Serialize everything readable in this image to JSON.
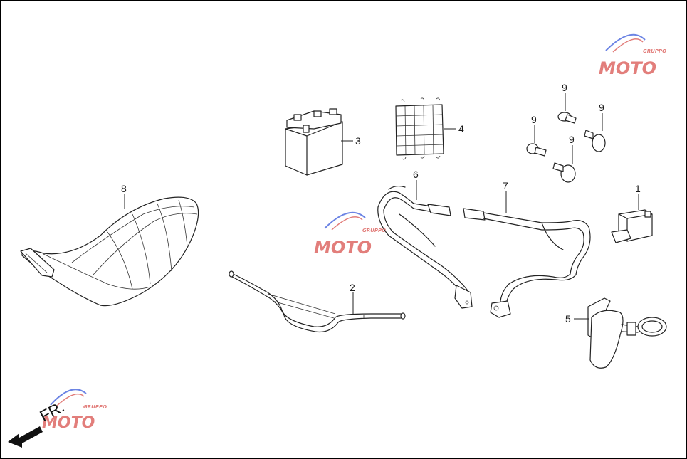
{
  "diagram": {
    "callouts": [
      {
        "id": "callout-1",
        "label": "1"
      },
      {
        "id": "callout-2",
        "label": "2"
      },
      {
        "id": "callout-3",
        "label": "3"
      },
      {
        "id": "callout-4",
        "label": "4"
      },
      {
        "id": "callout-5",
        "label": "5"
      },
      {
        "id": "callout-6",
        "label": "6"
      },
      {
        "id": "callout-7",
        "label": "7"
      },
      {
        "id": "callout-8",
        "label": "8"
      },
      {
        "id": "callout-9a",
        "label": "9"
      },
      {
        "id": "callout-9b",
        "label": "9"
      },
      {
        "id": "callout-9c",
        "label": "9"
      },
      {
        "id": "callout-9d",
        "label": "9"
      }
    ],
    "front_label": "FR.",
    "watermark": {
      "text": "MOTO",
      "small": "GRUPPO"
    },
    "colors": {
      "line": "#222222",
      "watermark_red": "#d9534f",
      "watermark_blue": "#3b5bdb"
    }
  }
}
